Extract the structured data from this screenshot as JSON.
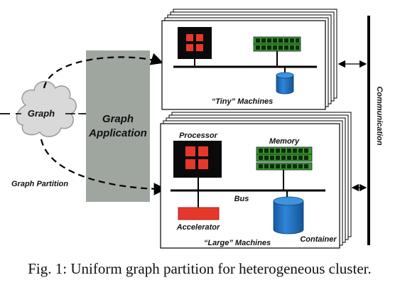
{
  "diagram": {
    "cloud_label": "Graph",
    "app_label_line1": "Graph",
    "app_label_line2": "Application",
    "partition_label": "Graph Partition",
    "tiny_label": "“Tiny” Machines",
    "large_label": "“Large” Machines",
    "processor_label": "Processor",
    "memory_label": "Memory",
    "bus_label": "Bus",
    "accelerator_label": "Accelerator",
    "container_label": "Container",
    "communication_label": "Communication"
  },
  "caption": "Fig. 1: Uniform graph partition for heterogeneous cluster.",
  "colors": {
    "app_box": "#9fa59f",
    "chip_bg": "#0a0a0a",
    "chip_core": "#e6382a",
    "memory_green": "#3a9a2a",
    "container_blue": "#1c6fc0",
    "accelerator_red": "#e6382a",
    "cloud": "#d9d9d9"
  }
}
